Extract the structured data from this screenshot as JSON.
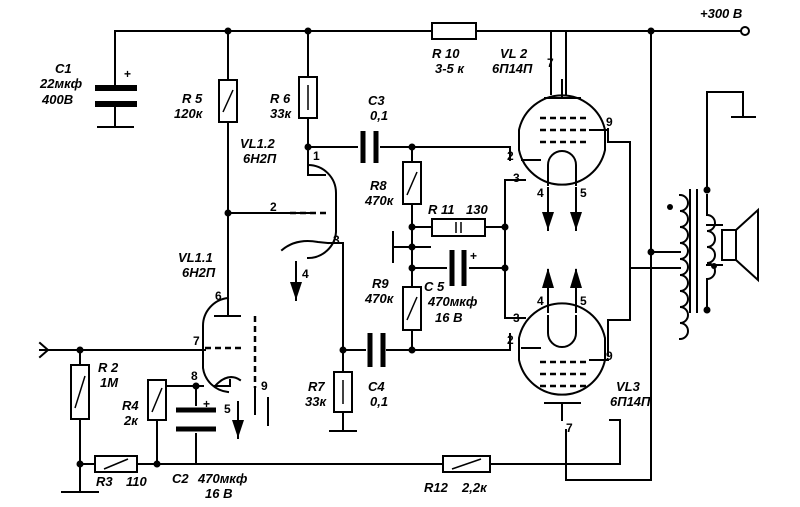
{
  "supply": "+300 В",
  "components": {
    "C1": {
      "ref": "C1",
      "value": "22мкф",
      "rating": "400В"
    },
    "R5": {
      "ref": "R 5",
      "value": "120к"
    },
    "R6": {
      "ref": "R 6",
      "value": "33к"
    },
    "R10": {
      "ref": "R 10",
      "value": "3-5 к"
    },
    "VL2": {
      "ref": "VL 2",
      "type": "6П14П"
    },
    "C3": {
      "ref": "C3",
      "value": "0,1"
    },
    "VL12": {
      "ref": "VL1.2",
      "type": "6Н2П"
    },
    "R8": {
      "ref": "R8",
      "value": "470к"
    },
    "R11": {
      "ref": "R 11",
      "value": "130"
    },
    "VL11": {
      "ref": "VL1.1",
      "type": "6Н2П"
    },
    "R9": {
      "ref": "R9",
      "value": "470к"
    },
    "C5": {
      "ref": "C 5",
      "value": "470мкф",
      "rating": "16 В"
    },
    "R2": {
      "ref": "R 2",
      "value": "1М"
    },
    "R4": {
      "ref": "R4",
      "value": "2к"
    },
    "R7": {
      "ref": "R7",
      "value": "33к"
    },
    "C4": {
      "ref": "C4",
      "value": "0,1"
    },
    "VL3": {
      "ref": "VL3",
      "type": "6П14П"
    },
    "R3": {
      "ref": "R3",
      "value": "110"
    },
    "C2": {
      "ref": "C2",
      "value": "470мкф",
      "rating": "16 В"
    },
    "R12": {
      "ref": "R12",
      "value": "2,2к"
    }
  },
  "pins": {
    "vl2_7": "7",
    "vl2_9": "9",
    "vl2_2": "2",
    "vl2_3": "3",
    "vl2_4": "4",
    "vl2_5": "5",
    "vl3_4": "4",
    "vl3_5": "5",
    "vl3_3": "3",
    "vl3_2": "2",
    "vl3_9": "9",
    "vl3_7": "7",
    "vl12_1": "1",
    "vl12_2": "2",
    "vl12_3": "3",
    "vl12_4": "4",
    "vl11_6": "6",
    "vl11_7": "7",
    "vl11_8": "8",
    "vl11_9": "9",
    "vl11_5": "5"
  },
  "polarity_mark": "+"
}
